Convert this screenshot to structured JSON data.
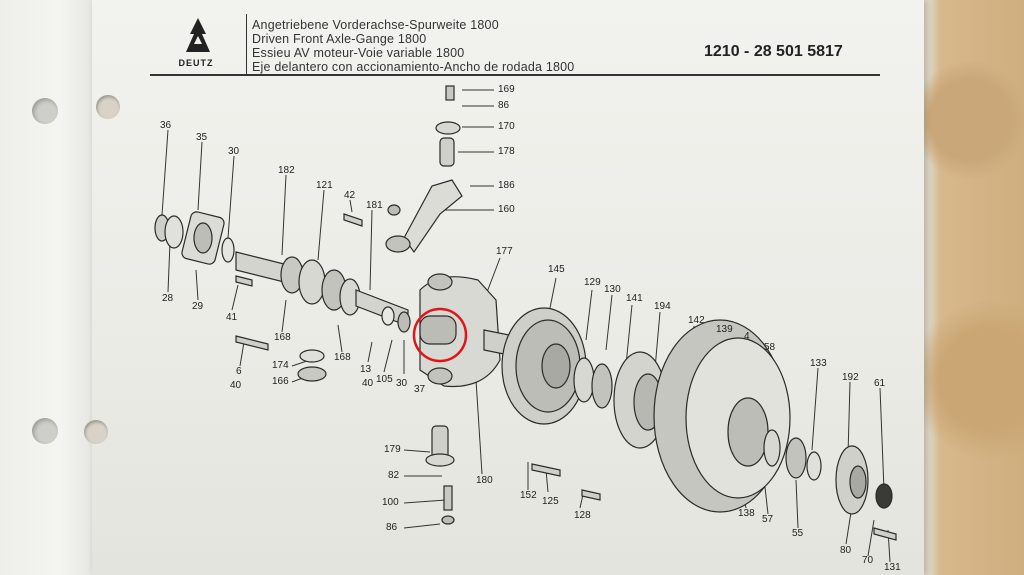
{
  "header": {
    "brand": "DEUTZ",
    "titles": [
      "Angetriebene Vorderachse-Spurweite 1800",
      "Driven Front Axle-Gange 1800",
      "Essieu AV moteur-Voie variable 1800",
      "Eje delantero con accionamiento-Ancho de rodada 1800"
    ],
    "part_number": "1210 - 28  501  5817"
  },
  "callouts": {
    "p36": "36",
    "p35": "35",
    "p30": "30",
    "p182": "182",
    "p121": "121",
    "p42": "42",
    "p181": "181",
    "p28": "28",
    "p29": "29",
    "p41": "41",
    "p168a": "168",
    "p168b": "168",
    "p6": "6",
    "p40a": "40",
    "p174": "174",
    "p166": "166",
    "p40b": "40",
    "p105": "105",
    "p30b": "30",
    "p37": "37",
    "p13": "13",
    "p169": "169",
    "p86a": "86",
    "p170": "170",
    "p178": "178",
    "p186": "186",
    "p160": "160",
    "p177": "177",
    "p145": "145",
    "p129": "129",
    "p130": "130",
    "p141": "141",
    "p194": "194",
    "p142": "142",
    "p139": "139",
    "p4": "4",
    "p58": "58",
    "p133": "133",
    "p192": "192",
    "p61": "61",
    "p179": "179",
    "p82": "82",
    "p100": "100",
    "p86b": "86",
    "p180": "180",
    "p152": "152",
    "p125": "125",
    "p128": "128",
    "p138": "138",
    "p57": "57",
    "p55": "55",
    "p80": "80",
    "p70": "70",
    "p131": "131"
  },
  "highlight_color": "#e0141a"
}
